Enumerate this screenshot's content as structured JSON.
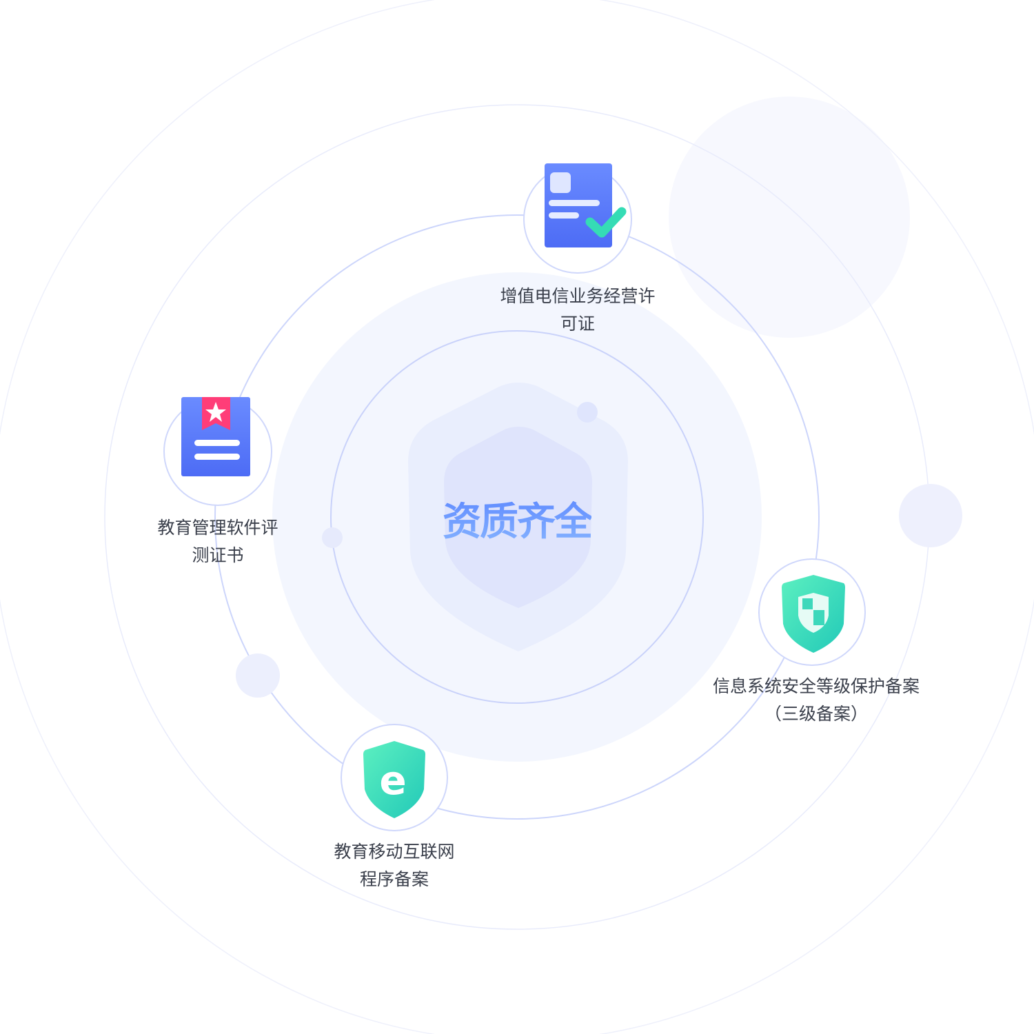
{
  "center_title": "资质齐全",
  "items": [
    {
      "icon": "certificate-check-icon",
      "line1": "增值电信业务经营许",
      "line2": "可证"
    },
    {
      "icon": "bookmark-document-icon",
      "line1": "教育管理软件评",
      "line2": "测证书"
    },
    {
      "icon": "security-shield-icon",
      "line1": "信息系统安全等级保护备案",
      "line2": "（三级备案）"
    },
    {
      "icon": "edu-e-shield-icon",
      "line1": "教育移动互联网",
      "line2": "程序备案"
    }
  ],
  "colors": {
    "primary_blue": "#5b7cff",
    "green": "#2fd8b8",
    "pink": "#ff3d78",
    "text": "#3a3f4b"
  }
}
